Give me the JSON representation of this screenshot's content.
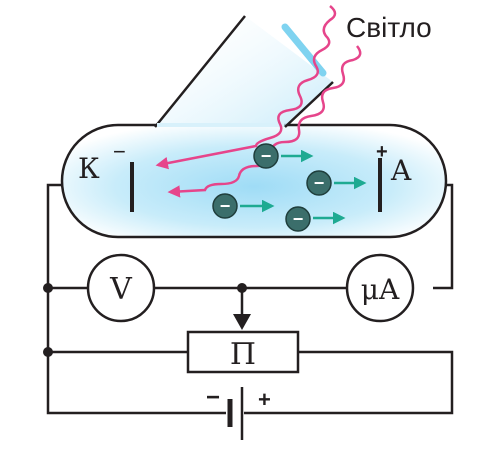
{
  "light_label": "Світло",
  "cathode_label": "К",
  "cathode_sign": "−",
  "anode_label": "A",
  "anode_sign": "+",
  "voltmeter_label": "V",
  "ammeter_label": "μA",
  "potentiometer_label": "П",
  "battery_minus": "−",
  "battery_plus": "+",
  "electron_sign": "−",
  "colors": {
    "wire": "#231f20",
    "light_rays": "#e6458b",
    "electron_fill": "#3b6e6b",
    "electron_arrow": "#1eaa92",
    "tube_glow": "#c8ecfa",
    "window": "#7fd3f0"
  }
}
